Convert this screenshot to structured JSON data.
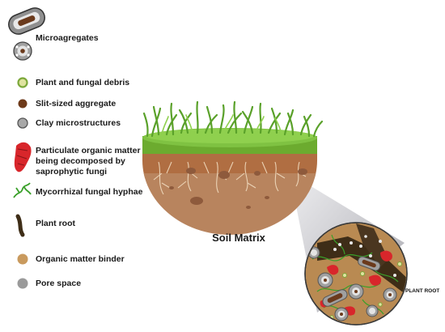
{
  "legend": {
    "microaggregates": "Microagregates",
    "plant_fungal_debris": "Plant and fungal debris",
    "silt_aggregate": "Slit-sized aggregate",
    "clay_micro": "Clay microstructures",
    "pom_line1": "Particulate organic matter",
    "pom_line2": "being decomposed by",
    "pom_line3": "saprophytic fungi",
    "hyphae": "Mycorrhizal fungal hyphae",
    "plant_root": "Plant root",
    "om_binder": "Organic matter binder",
    "pore_space": "Pore space"
  },
  "diagram": {
    "soil_matrix_label": "Soil Matrix",
    "plant_root_label": "PLANT ROOT"
  },
  "colors": {
    "grass": "#7fc242",
    "soil": "#b5805a",
    "root": "#4a3620",
    "clay": "#a8a8a8",
    "pom": "#d8262b",
    "hyphae": "#3aa02a",
    "binder": "#c99a5e",
    "silt": "#6e3a1a"
  }
}
